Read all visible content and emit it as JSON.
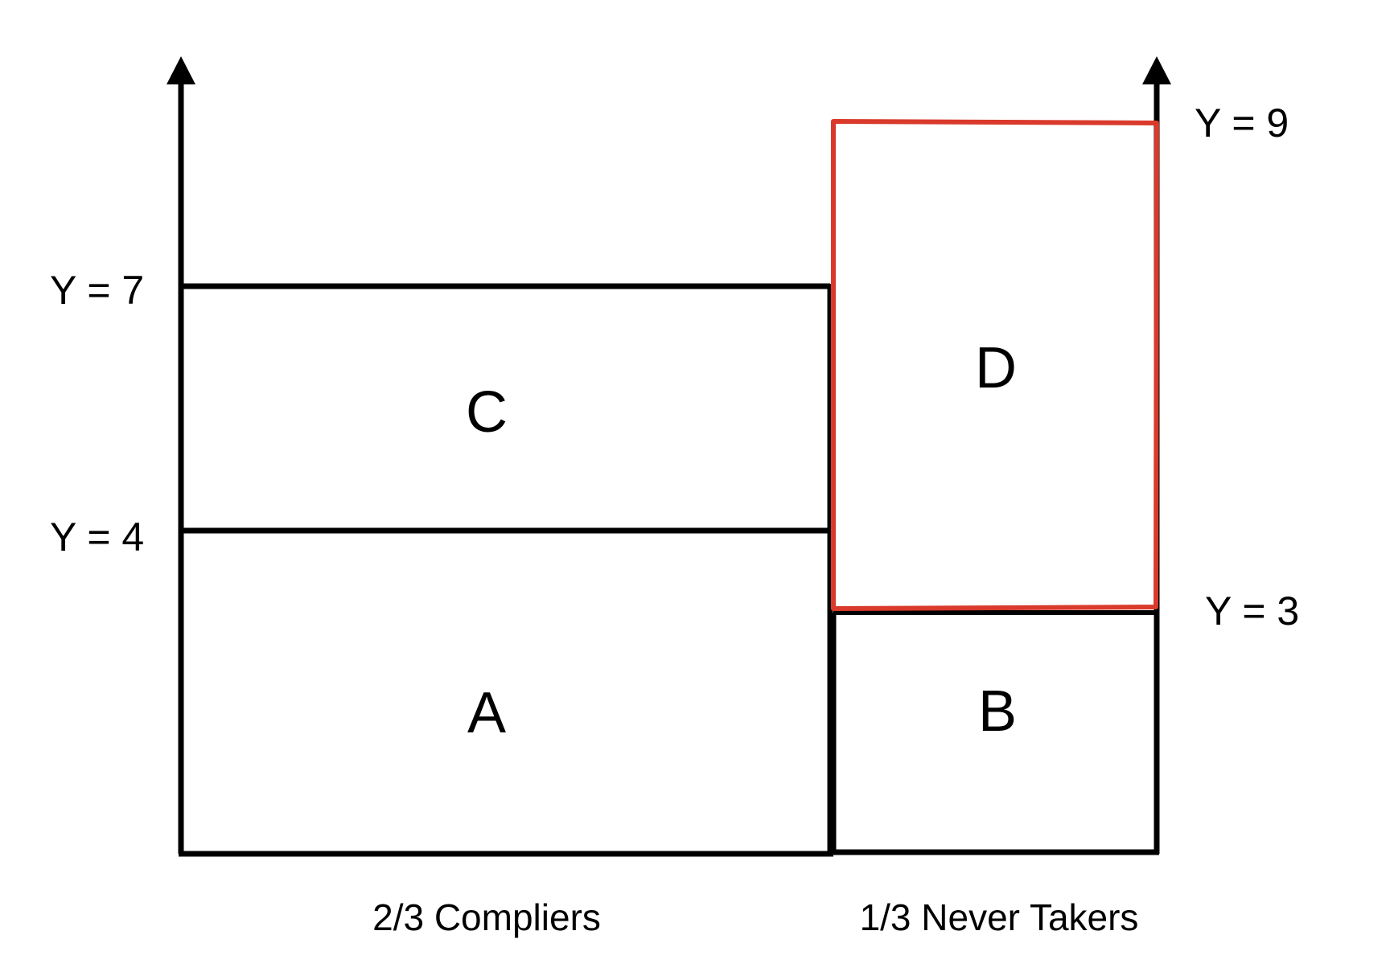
{
  "axes": {
    "left_ticks": [
      {
        "label": "Y = 7",
        "value": 7
      },
      {
        "label": "Y = 4",
        "value": 4
      }
    ],
    "right_ticks": [
      {
        "label": "Y = 9",
        "value": 9
      },
      {
        "label": "Y = 3",
        "value": 3
      }
    ]
  },
  "regions": {
    "a": "A",
    "b": "B",
    "c": "C",
    "d": "D"
  },
  "groups": {
    "compliers": "2/3 Compliers",
    "never_takers": "1/3 Never Takers"
  },
  "colors": {
    "ink": "#000000",
    "highlight": "#d93a2b"
  }
}
